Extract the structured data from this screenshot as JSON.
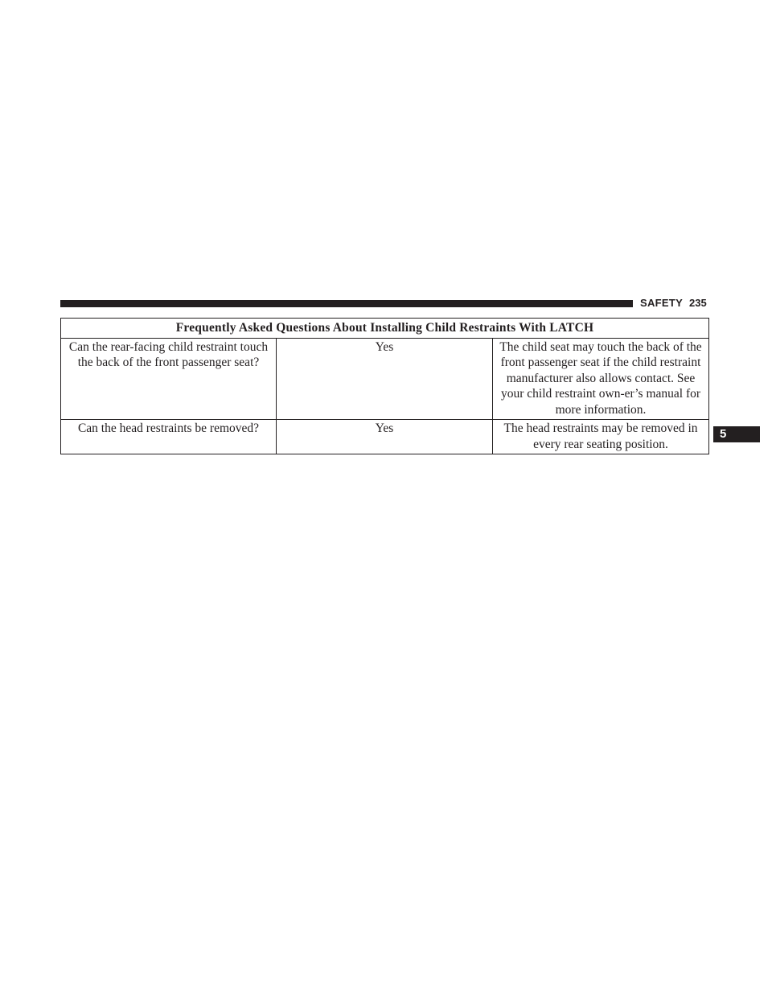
{
  "header": {
    "section": "SAFETY",
    "page_number": "235"
  },
  "chapter_tab": "5",
  "faq_table": {
    "title": "Frequently Asked Questions About Installing Child Restraints With LATCH",
    "rows": [
      {
        "question": "Can the rear-facing child restraint touch the back of the front passenger seat?",
        "answer": "Yes",
        "details": "The child seat may touch the back of the front passenger seat if the child restraint manufacturer also allows contact. See your child restraint own-er’s manual for more information."
      },
      {
        "question": "Can the head restraints be removed?",
        "answer": "Yes",
        "details": "The head restraints may be removed in every rear seating position."
      }
    ]
  }
}
